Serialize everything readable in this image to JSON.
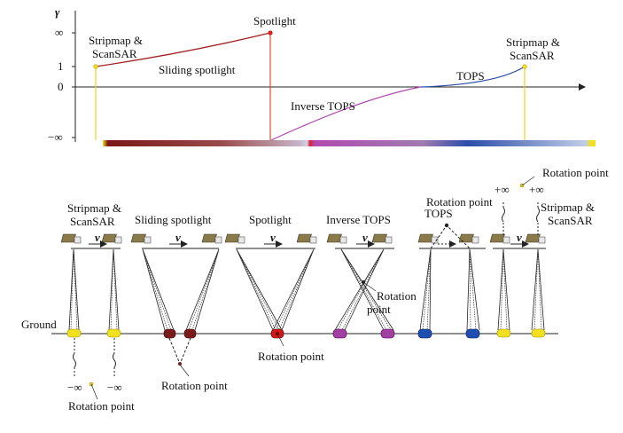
{
  "top_panel": {
    "y_axis_symbol": "γ",
    "tick_infinity": "∞",
    "tick_one": "1",
    "tick_zero": "0",
    "tick_neg_infinity": "−∞",
    "labels": {
      "stripmap_left_1": "Stripmap &",
      "stripmap_left_2": "ScanSAR",
      "spotlight": "Spotlight",
      "sliding_spotlight": "Sliding spotlight",
      "tops": "TOPS",
      "inverse_tops": "Inverse TOPS",
      "stripmap_right_1": "Stripmap &",
      "stripmap_right_2": "ScanSAR"
    },
    "colors": {
      "sliding": "#a11f1f",
      "spotlight_marker": "#e02020",
      "inverse_tops": "#b04ab0",
      "tops": "#2c4ea8",
      "stripmap_marker": "#f0e020"
    }
  },
  "bottom_panel": {
    "ground_label": "Ground",
    "velocity_symbol": "v",
    "modes": {
      "stripmap_1": "Stripmap &",
      "stripmap_2": "ScanSAR",
      "sliding_spotlight": "Sliding spotlight",
      "spotlight": "Spotlight",
      "inverse_tops": "Inverse TOPS",
      "tops": "TOPS",
      "stripmap_right_1": "Stripmap &",
      "stripmap_right_2": "ScanSAR"
    },
    "annotations": {
      "neg_inf_1": "−∞",
      "neg_inf_2": "−∞",
      "rotation_point_stripmap": "Rotation point",
      "rotation_point_sliding": "Rotation point",
      "rotation_point_spotlight": "Rotation point",
      "rotation_point_inverse_1": "Rotation",
      "rotation_point_inverse_2": "point",
      "rotation_point_tops": "Rotation point",
      "rotation_point_right": "Rotation point",
      "pos_inf_1": "+∞",
      "pos_inf_2": "+∞"
    },
    "colors": {
      "stripmap": "#f0e020",
      "sliding": "#7a1c1c",
      "spotlight": "#d01818",
      "inverse_tops": "#a040a0",
      "tops": "#1e4fb0"
    }
  }
}
